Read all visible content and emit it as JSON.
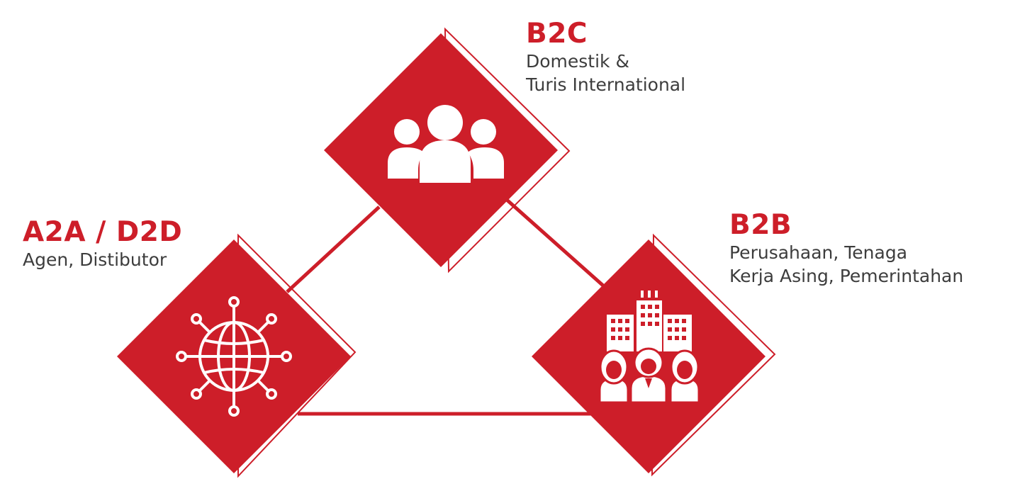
{
  "colors": {
    "brand_red": "#cd1e29",
    "text_gray": "#3d3d3d",
    "white": "#ffffff"
  },
  "nodes": {
    "b2c": {
      "title": "B2C",
      "lines": [
        "Domestik &",
        "Turis International"
      ],
      "icon": "people-group-icon"
    },
    "a2a": {
      "title": "A2A / D2D",
      "lines": [
        "Agen, Distibutor"
      ],
      "icon": "globe-network-icon"
    },
    "b2b": {
      "title": "B2B",
      "lines": [
        "Perusahaan, Tenaga",
        "Kerja Asing, Pemerintahan"
      ],
      "icon": "buildings-people-icon"
    }
  }
}
